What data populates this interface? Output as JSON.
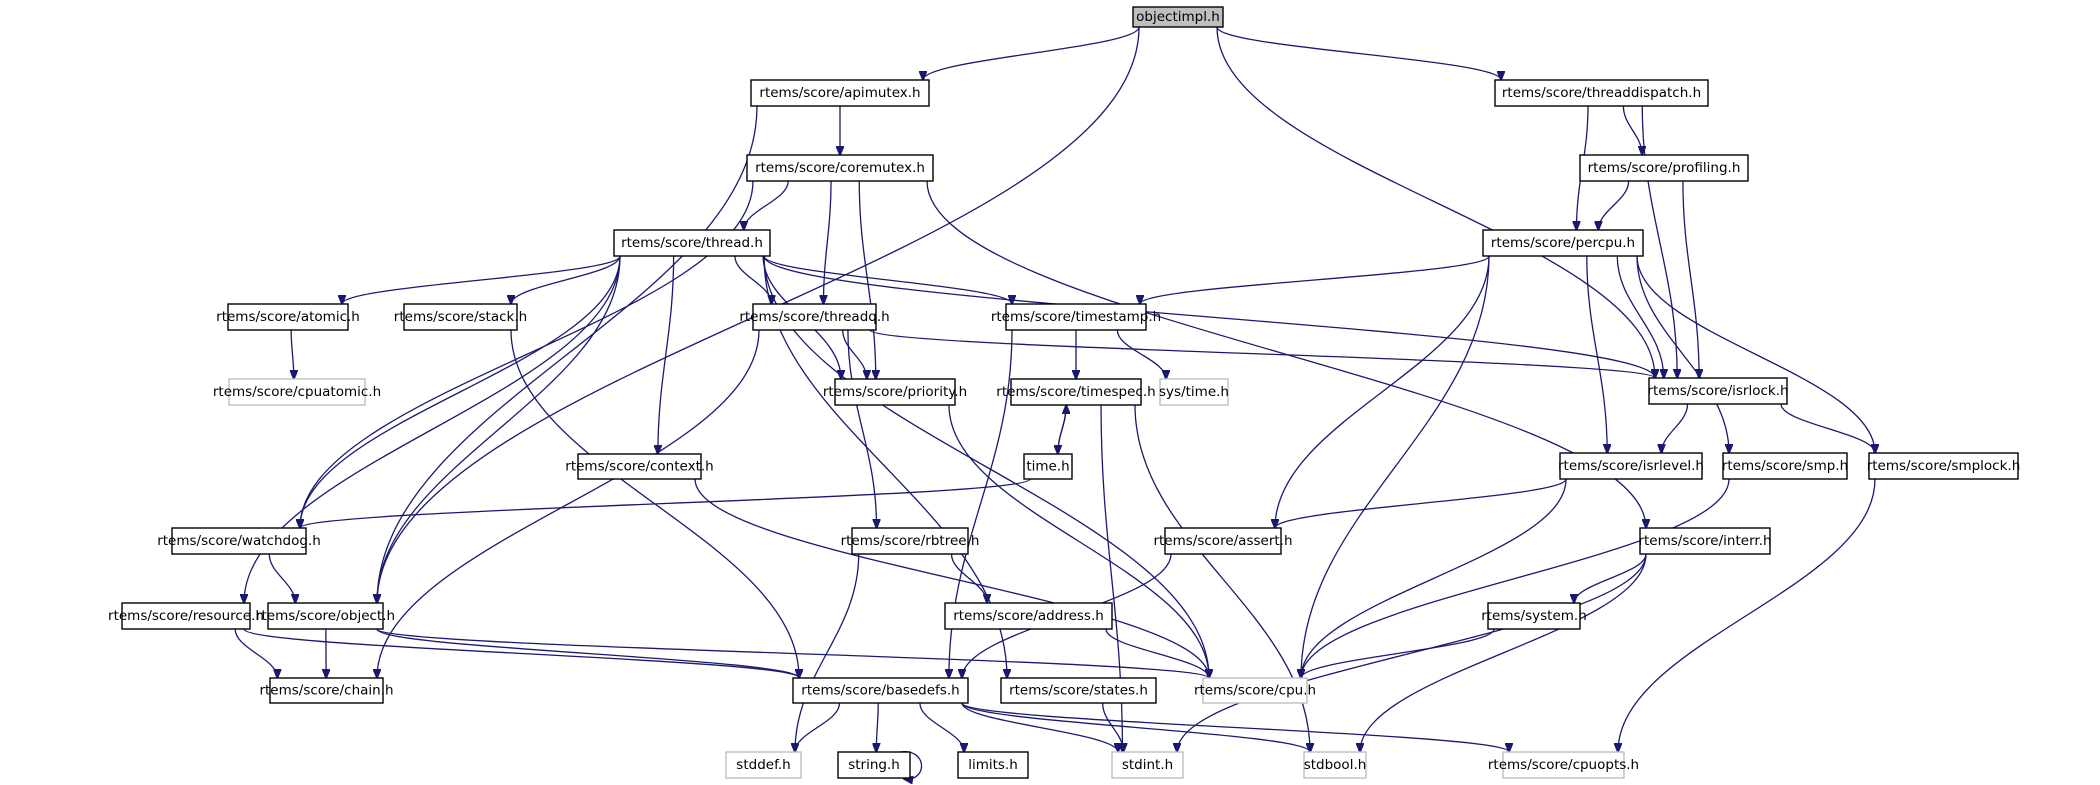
{
  "diagram": {
    "title": "objectimpl.h include dependency graph",
    "colors": {
      "edge": "#191970",
      "root_fill": "#bfbfbf",
      "node_border": "#000000",
      "external_border": "#bfbfbf"
    },
    "nodes": [
      {
        "id": "objectimpl",
        "label": "objectimpl.h",
        "kind": "root"
      },
      {
        "id": "apimutex",
        "label": "rtems/score/apimutex.h",
        "kind": "documented"
      },
      {
        "id": "threaddispatch",
        "label": "rtems/score/threaddispatch.h",
        "kind": "documented"
      },
      {
        "id": "coremutex",
        "label": "rtems/score/coremutex.h",
        "kind": "documented"
      },
      {
        "id": "profiling",
        "label": "rtems/score/profiling.h",
        "kind": "documented"
      },
      {
        "id": "thread",
        "label": "rtems/score/thread.h",
        "kind": "documented"
      },
      {
        "id": "percpu",
        "label": "rtems/score/percpu.h",
        "kind": "documented"
      },
      {
        "id": "atomic",
        "label": "rtems/score/atomic.h",
        "kind": "documented"
      },
      {
        "id": "stack",
        "label": "rtems/score/stack.h",
        "kind": "documented"
      },
      {
        "id": "threadq",
        "label": "rtems/score/threadq.h",
        "kind": "documented"
      },
      {
        "id": "timestamp",
        "label": "rtems/score/timestamp.h",
        "kind": "documented"
      },
      {
        "id": "cpuatomic",
        "label": "rtems/score/cpuatomic.h",
        "kind": "external"
      },
      {
        "id": "priority",
        "label": "rtems/score/priority.h",
        "kind": "documented"
      },
      {
        "id": "timespec",
        "label": "rtems/score/timespec.h",
        "kind": "documented"
      },
      {
        "id": "systime",
        "label": "sys/time.h",
        "kind": "external"
      },
      {
        "id": "isrlock",
        "label": "rtems/score/isrlock.h",
        "kind": "documented"
      },
      {
        "id": "context",
        "label": "rtems/score/context.h",
        "kind": "documented"
      },
      {
        "id": "time",
        "label": "time.h",
        "kind": "documented"
      },
      {
        "id": "isrlevel",
        "label": "rtems/score/isrlevel.h",
        "kind": "documented"
      },
      {
        "id": "smp",
        "label": "rtems/score/smp.h",
        "kind": "documented"
      },
      {
        "id": "smplock",
        "label": "rtems/score/smplock.h",
        "kind": "documented"
      },
      {
        "id": "watchdog",
        "label": "rtems/score/watchdog.h",
        "kind": "documented"
      },
      {
        "id": "rbtree",
        "label": "rtems/score/rbtree.h",
        "kind": "documented"
      },
      {
        "id": "assert",
        "label": "rtems/score/assert.h",
        "kind": "documented"
      },
      {
        "id": "interr",
        "label": "rtems/score/interr.h",
        "kind": "documented"
      },
      {
        "id": "resource",
        "label": "rtems/score/resource.h",
        "kind": "documented"
      },
      {
        "id": "object",
        "label": "rtems/score/object.h",
        "kind": "documented"
      },
      {
        "id": "address",
        "label": "rtems/score/address.h",
        "kind": "documented"
      },
      {
        "id": "system",
        "label": "rtems/system.h",
        "kind": "documented"
      },
      {
        "id": "chain",
        "label": "rtems/score/chain.h",
        "kind": "documented"
      },
      {
        "id": "basedefs",
        "label": "rtems/score/basedefs.h",
        "kind": "documented"
      },
      {
        "id": "states",
        "label": "rtems/score/states.h",
        "kind": "documented"
      },
      {
        "id": "cpu",
        "label": "rtems/score/cpu.h",
        "kind": "external"
      },
      {
        "id": "stddef",
        "label": "stddef.h",
        "kind": "external"
      },
      {
        "id": "string",
        "label": "string.h",
        "kind": "documented"
      },
      {
        "id": "limits",
        "label": "limits.h",
        "kind": "documented"
      },
      {
        "id": "stdint",
        "label": "stdint.h",
        "kind": "external"
      },
      {
        "id": "stdbool",
        "label": "stdbool.h",
        "kind": "external"
      },
      {
        "id": "cpuopts",
        "label": "rtems/score/cpuopts.h",
        "kind": "external"
      }
    ],
    "edges": [
      [
        "objectimpl",
        "apimutex"
      ],
      [
        "objectimpl",
        "threaddispatch"
      ],
      [
        "objectimpl",
        "object"
      ],
      [
        "objectimpl",
        "isrlock"
      ],
      [
        "apimutex",
        "coremutex"
      ],
      [
        "apimutex",
        "object"
      ],
      [
        "threaddispatch",
        "profiling"
      ],
      [
        "threaddispatch",
        "percpu"
      ],
      [
        "threaddispatch",
        "isrlock"
      ],
      [
        "coremutex",
        "thread"
      ],
      [
        "coremutex",
        "threadq"
      ],
      [
        "coremutex",
        "priority"
      ],
      [
        "coremutex",
        "watchdog"
      ],
      [
        "coremutex",
        "interr"
      ],
      [
        "profiling",
        "percpu"
      ],
      [
        "profiling",
        "isrlock"
      ],
      [
        "thread",
        "atomic"
      ],
      [
        "thread",
        "stack"
      ],
      [
        "thread",
        "threadq"
      ],
      [
        "thread",
        "timestamp"
      ],
      [
        "thread",
        "priority"
      ],
      [
        "thread",
        "context"
      ],
      [
        "thread",
        "watchdog"
      ],
      [
        "thread",
        "object"
      ],
      [
        "thread",
        "resource"
      ],
      [
        "thread",
        "states"
      ],
      [
        "thread",
        "isrlock"
      ],
      [
        "thread",
        "cpu"
      ],
      [
        "percpu",
        "timestamp"
      ],
      [
        "percpu",
        "isrlock"
      ],
      [
        "percpu",
        "isrlevel"
      ],
      [
        "percpu",
        "smp"
      ],
      [
        "percpu",
        "smplock"
      ],
      [
        "percpu",
        "assert"
      ],
      [
        "percpu",
        "cpu"
      ],
      [
        "atomic",
        "cpuatomic"
      ],
      [
        "stack",
        "basedefs"
      ],
      [
        "threadq",
        "priority"
      ],
      [
        "threadq",
        "rbtree"
      ],
      [
        "threadq",
        "chain"
      ],
      [
        "threadq",
        "isrlock"
      ],
      [
        "timestamp",
        "timespec"
      ],
      [
        "timestamp",
        "systime"
      ],
      [
        "timestamp",
        "basedefs"
      ],
      [
        "priority",
        "cpu"
      ],
      [
        "timespec",
        "time"
      ],
      [
        "timespec",
        "stdbool"
      ],
      [
        "timespec",
        "stdint"
      ],
      [
        "time",
        "timespec"
      ],
      [
        "time",
        "watchdog"
      ],
      [
        "isrlock",
        "isrlevel"
      ],
      [
        "isrlock",
        "smplock"
      ],
      [
        "context",
        "cpu"
      ],
      [
        "isrlevel",
        "assert"
      ],
      [
        "isrlevel",
        "cpu"
      ],
      [
        "smp",
        "cpu"
      ],
      [
        "smplock",
        "cpuopts"
      ],
      [
        "watchdog",
        "object"
      ],
      [
        "rbtree",
        "address"
      ],
      [
        "rbtree",
        "stddef"
      ],
      [
        "assert",
        "basedefs"
      ],
      [
        "interr",
        "system"
      ],
      [
        "interr",
        "stdbool"
      ],
      [
        "interr",
        "stdint"
      ],
      [
        "resource",
        "chain"
      ],
      [
        "resource",
        "basedefs"
      ],
      [
        "object",
        "chain"
      ],
      [
        "object",
        "basedefs"
      ],
      [
        "object",
        "cpu"
      ],
      [
        "address",
        "cpu"
      ],
      [
        "system",
        "cpu"
      ],
      [
        "basedefs",
        "stddef"
      ],
      [
        "basedefs",
        "string"
      ],
      [
        "basedefs",
        "limits"
      ],
      [
        "basedefs",
        "stdint"
      ],
      [
        "basedefs",
        "stdbool"
      ],
      [
        "basedefs",
        "cpuopts"
      ],
      [
        "states",
        "stdint"
      ],
      [
        "string",
        "string"
      ]
    ]
  }
}
